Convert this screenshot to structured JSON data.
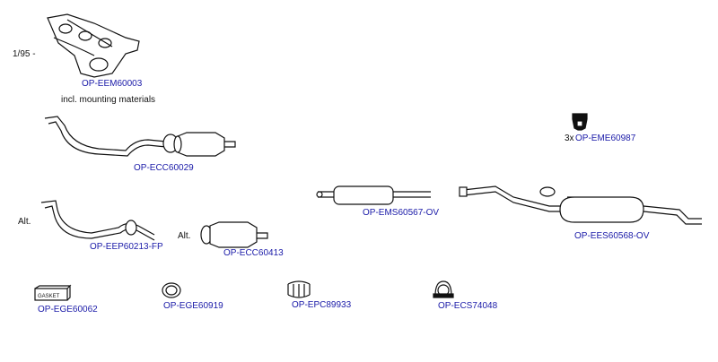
{
  "parts": [
    {
      "id": "manifold",
      "code": "OP-EEM60003",
      "date_note": "1/95 -",
      "extra_note": "incl. mounting materials"
    },
    {
      "id": "frontpipe",
      "code": "OP-ECC60029"
    },
    {
      "id": "frontpipe_alt",
      "code": "OP-EEP60213-FP",
      "alt_note": "Alt."
    },
    {
      "id": "catalyst_alt",
      "code": "OP-ECC60413",
      "alt_note": "Alt."
    },
    {
      "id": "middle_silencer",
      "code": "OP-EMS60567-OV"
    },
    {
      "id": "rear_silencer",
      "code": "OP-EES60568-OV"
    },
    {
      "id": "mount",
      "code": "OP-EME60987",
      "qty": "3x"
    },
    {
      "id": "gasket_kit",
      "code": "OP-EGE60062",
      "box_text": "GASKET"
    },
    {
      "id": "ring",
      "code": "OP-EGE60919"
    },
    {
      "id": "clamp",
      "code": "OP-EPC89933"
    },
    {
      "id": "clamp2",
      "code": "OP-ECS74048"
    }
  ]
}
